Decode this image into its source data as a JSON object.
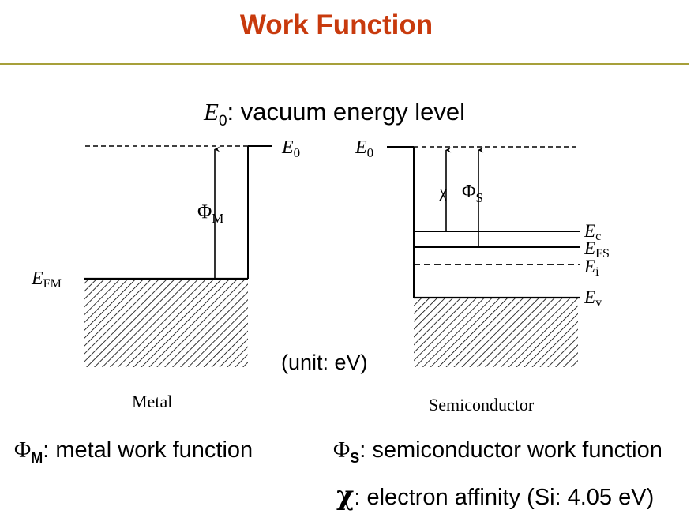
{
  "title": "Work Function",
  "vacuum_label": {
    "symbol": "E",
    "subscript": "0",
    "text": ": vacuum energy level"
  },
  "unit_label": "(unit: eV)",
  "metal": {
    "caption": "Metal",
    "e0": {
      "main": "E",
      "sub": "0"
    },
    "phi": {
      "main": "Φ",
      "sub": "M"
    },
    "efm": {
      "main": "E",
      "sub": "FM"
    }
  },
  "semiconductor": {
    "caption": "Semiconductor",
    "e0": {
      "main": "E",
      "sub": "0"
    },
    "chi": "χ",
    "phi": {
      "main": "Φ",
      "sub": "S"
    },
    "ec": {
      "main": "E",
      "sub": "c"
    },
    "efs": {
      "main": "E",
      "sub": "FS"
    },
    "ei": {
      "main": "E",
      "sub": "i"
    },
    "ev": {
      "main": "E",
      "sub": "v"
    }
  },
  "legend": {
    "phi_m": {
      "symbol": "Φ",
      "sub": "M",
      "text": ": metal work function"
    },
    "phi_s": {
      "symbol": "Φ",
      "sub": "S",
      "text": ": semiconductor work function"
    },
    "chi": {
      "symbol": "χ",
      "text": ": electron affinity (Si: 4.05 eV)"
    }
  },
  "colors": {
    "title": "#C83A0D",
    "rule": "#A7A03A",
    "ink": "#000000"
  }
}
